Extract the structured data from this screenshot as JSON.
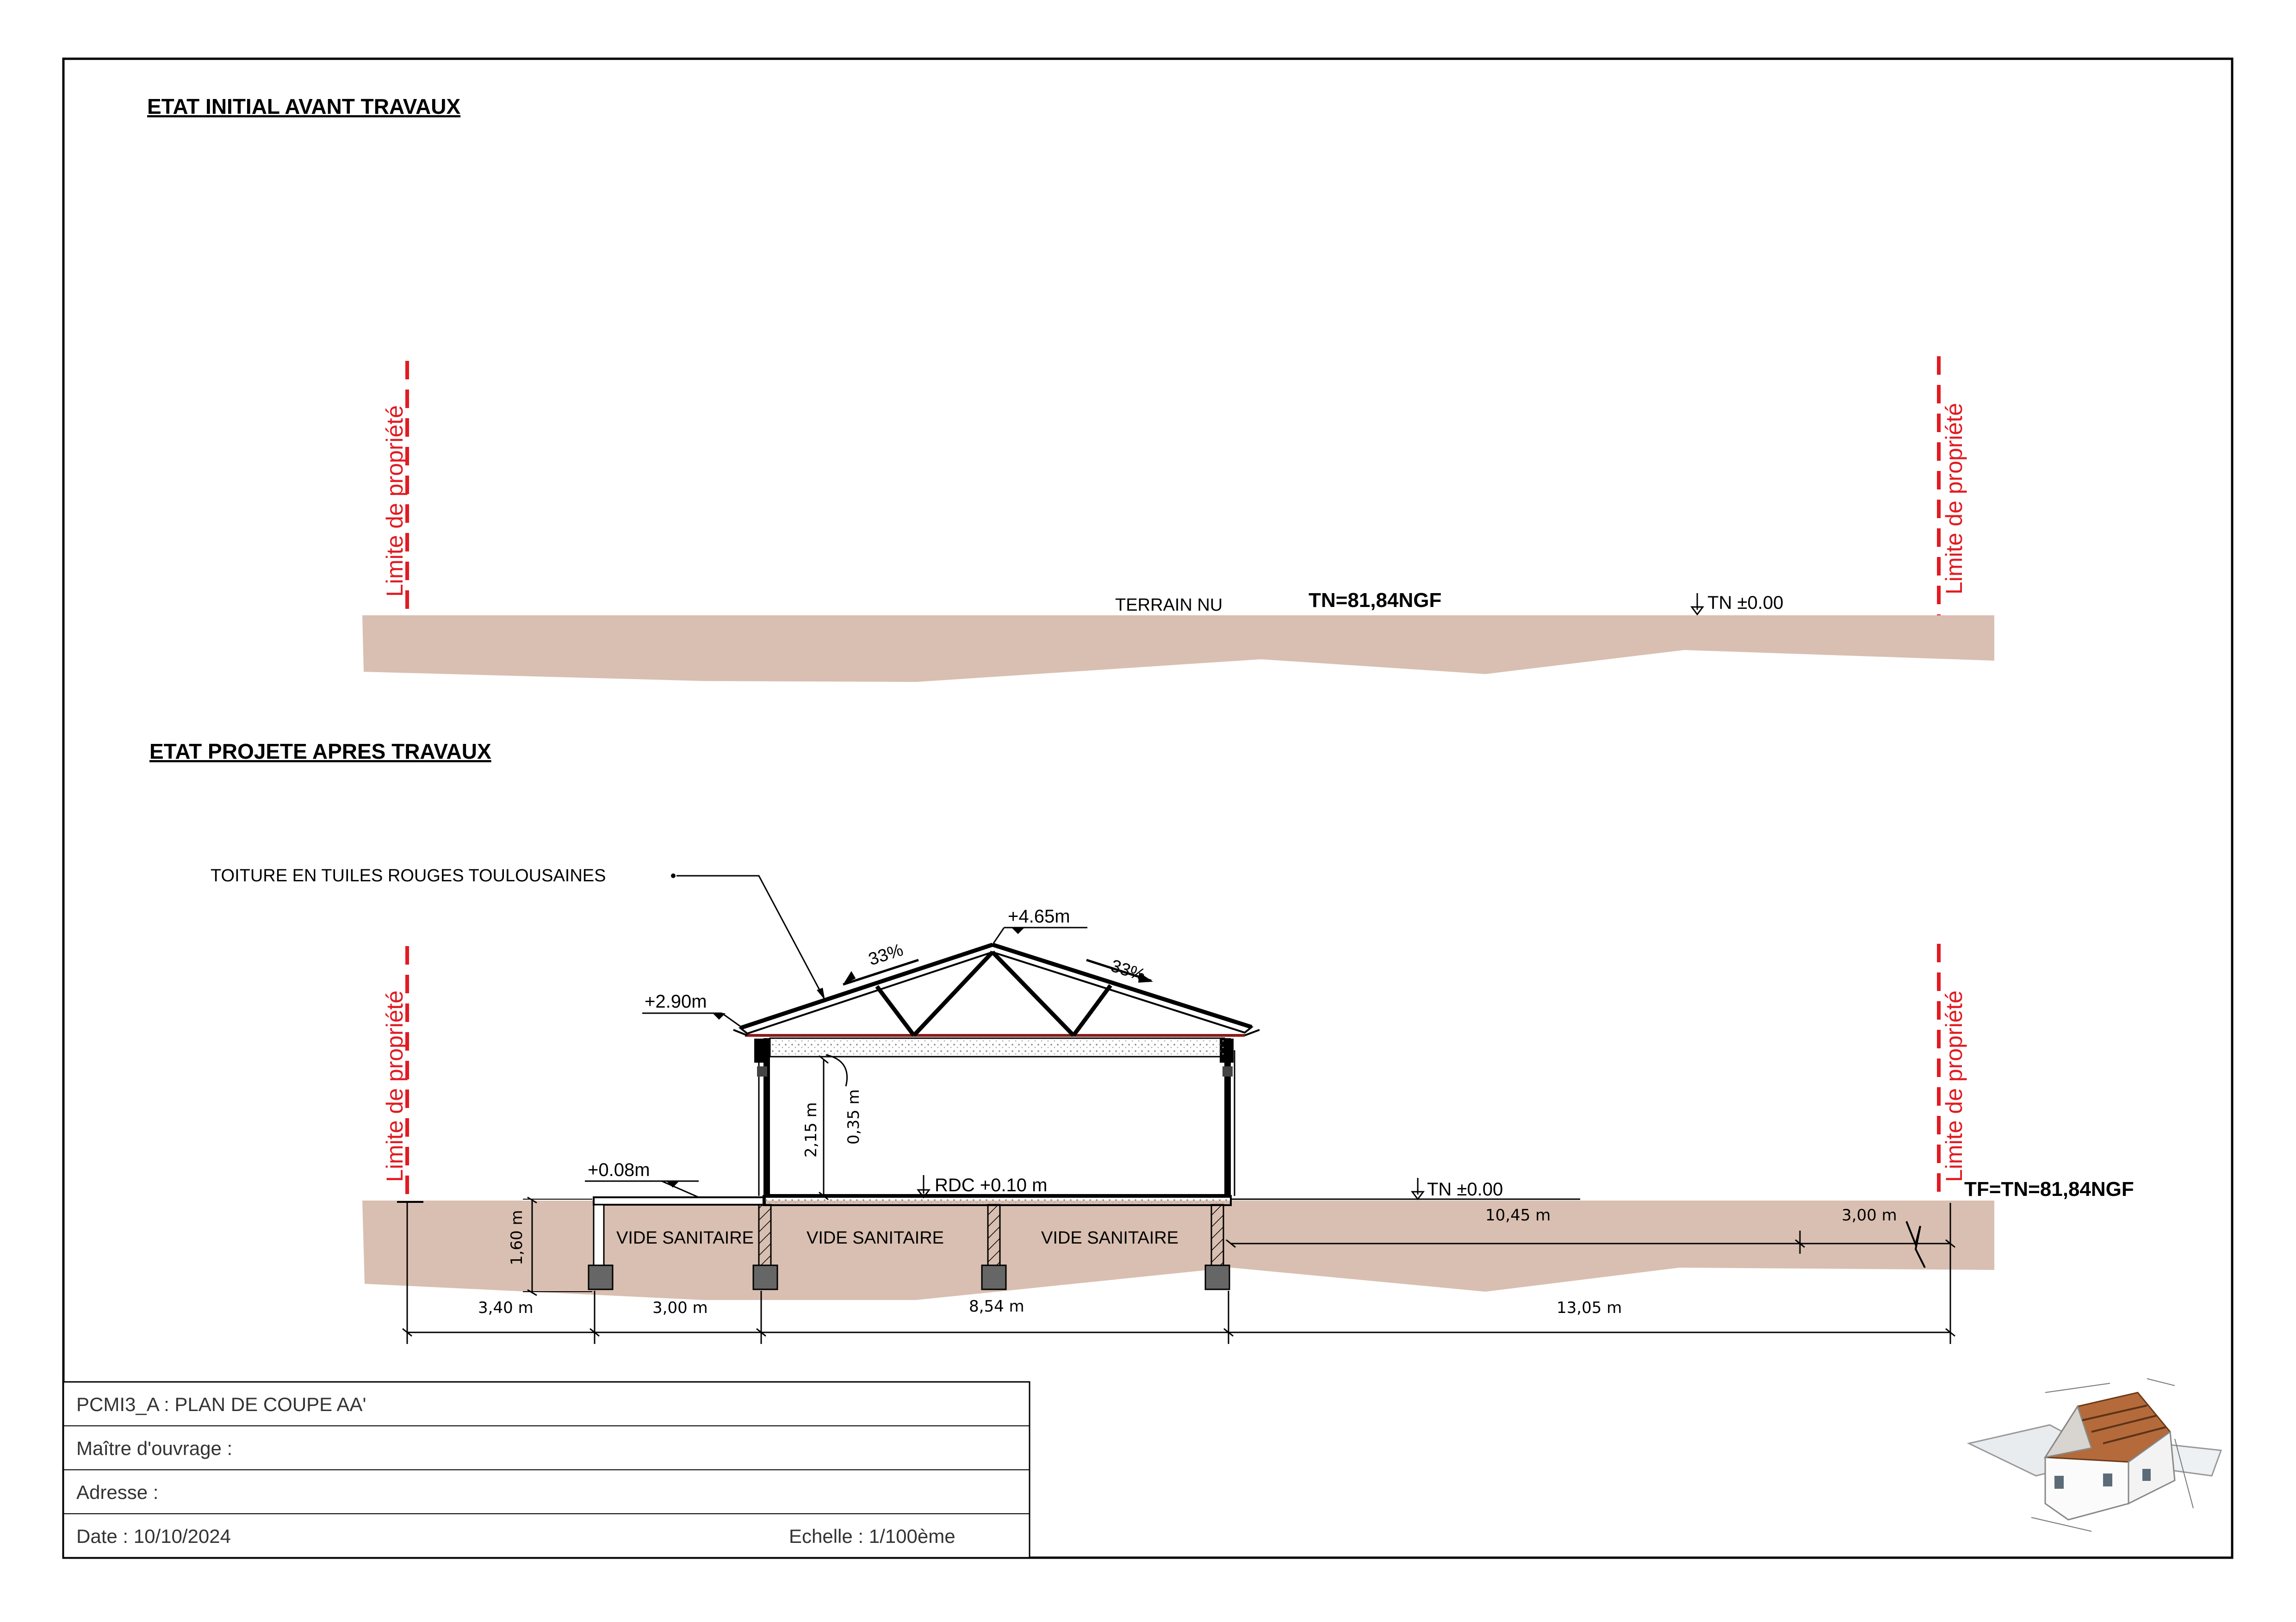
{
  "sections": {
    "initial": {
      "title": "ETAT INITIAL AVANT TRAVAUX"
    },
    "projected": {
      "title": "ETAT PROJETE APRES TRAVAUX"
    }
  },
  "labels": {
    "property_limit": "Limite de propriété",
    "terrain_nu": "TERRAIN NU",
    "tn_ngf": "TN=81,84NGF",
    "tn_zero": "TN ±0.00",
    "roof_note": "TOITURE EN TUILES ROUGES TOULOUSAINES",
    "ridge_level": "+4.65m",
    "eave_level": "+2.90m",
    "slope_left": "33%",
    "slope_right": "33%",
    "rdc_level": "RDC +0.10 m",
    "terrace_level": "+0.08m",
    "tf_ngf": "TF=TN=81,84NGF",
    "crawl_space": "VIDE SANITAIRE",
    "ceiling_height": "2,15 m",
    "plenum_height": "0,35 m",
    "foundation_depth": "1,60 m"
  },
  "dimensions": {
    "d1": "3,40 m",
    "d2": "3,00 m",
    "d3": "8,54 m",
    "d4": "13,05 m",
    "d5": "10,45 m",
    "d6": "3,00 m"
  },
  "title_block": {
    "drawing": "PCMI3_A : PLAN DE COUPE AA'",
    "owner": "Maître d'ouvrage :",
    "address": "Adresse :",
    "date": "Date : 10/10/2024",
    "scale": "Echelle : 1/100ème"
  },
  "colors": {
    "ground": "#d9bfb1",
    "property_line": "#e11b22",
    "line": "#000000"
  }
}
